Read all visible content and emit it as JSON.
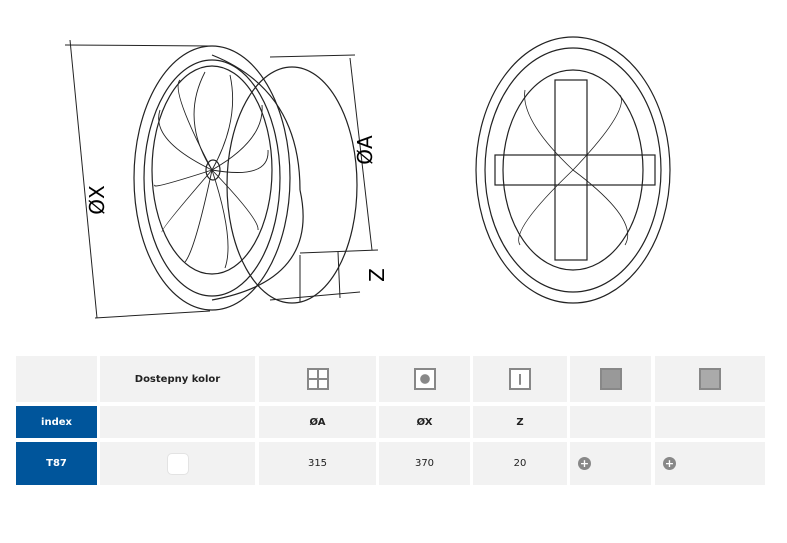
{
  "drawing": {
    "label_x": "ØX",
    "label_a": "ØA",
    "label_z": "Z"
  },
  "table": {
    "header": {
      "color_label": "Dostepny kolor"
    },
    "row_labels": {
      "index": "index",
      "a": "ØA",
      "x": "ØX",
      "z": "Z"
    },
    "rows": [
      {
        "index": "T87",
        "a": "315",
        "x": "370",
        "z": "20",
        "swatch_color": "#ffffff"
      }
    ],
    "plus_symbol": "+"
  },
  "colors": {
    "accent": "#00559b",
    "cell": "#f2f2f2"
  }
}
